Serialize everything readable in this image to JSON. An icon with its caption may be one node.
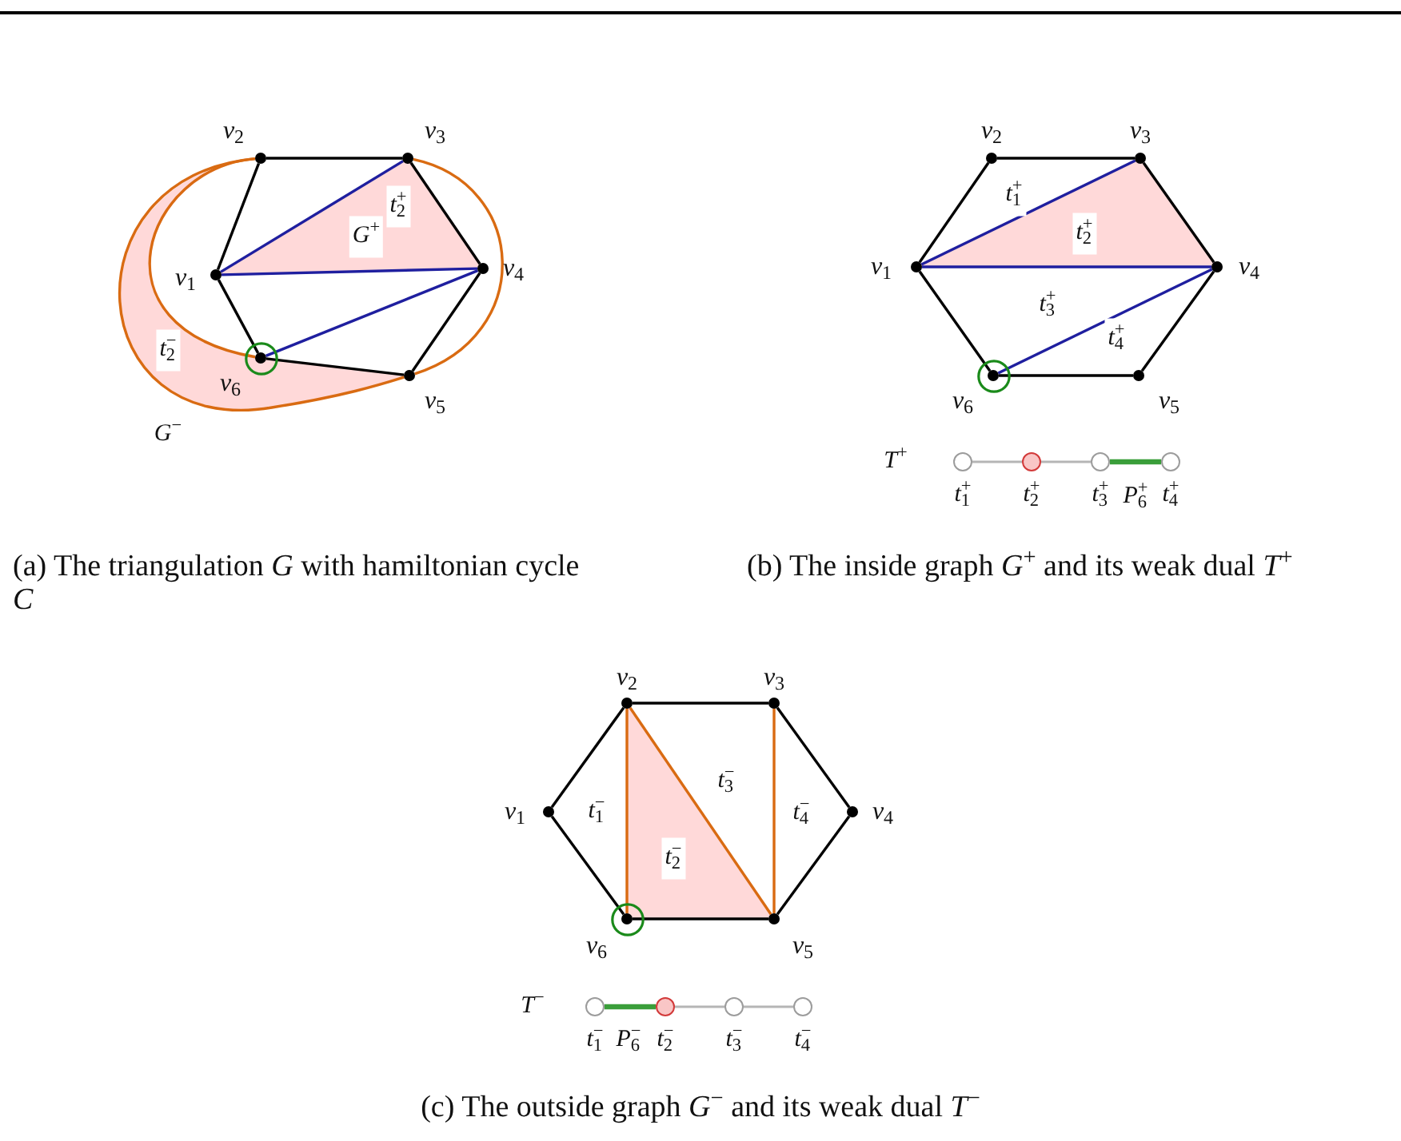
{
  "diagram": {
    "nodes": [
      {
        "text": [],
        "shape": "circle",
        "beside": [
          "v$_{1}$"
        ]
      },
      {
        "text": [],
        "shape": "circle",
        "beside": [
          "v$_{2}$"
        ]
      },
      {
        "text": [],
        "shape": "circle",
        "beside": [
          "v$_{3}$"
        ]
      },
      {
        "text": [],
        "shape": "circle",
        "beside": [
          "v$_{4}$"
        ]
      },
      {
        "text": [],
        "shape": "circle",
        "beside": [
          "v$_{5}$"
        ]
      },
      {
        "text": [],
        "shape": "circle",
        "beside": [
          "v$_{6}$"
        ]
      },
      {
        "text": [],
        "shape": "circle",
        "beside": [
          "v$_{1}$"
        ]
      },
      {
        "text": [],
        "shape": "circle",
        "beside": [
          "v$_{2}$"
        ]
      },
      {
        "text": [],
        "shape": "circle",
        "beside": [
          "v$_{3}$"
        ]
      },
      {
        "text": [],
        "shape": "circle",
        "beside": [
          "v$_{4}$"
        ]
      },
      {
        "text": [],
        "shape": "circle",
        "beside": [
          "v$_{5}$"
        ]
      },
      {
        "text": [],
        "shape": "circle",
        "beside": [
          "v$_{6}$"
        ]
      },
      {
        "text": [],
        "shape": "circle",
        "beside": [
          "t$_{1}$$^{+}$"
        ]
      },
      {
        "text": [],
        "shape": "circle",
        "beside": [
          "t$_{2}$$^{+}$"
        ]
      },
      {
        "text": [],
        "shape": "circle",
        "beside": [
          "t$_{3}$$^{+}$"
        ]
      },
      {
        "text": [],
        "shape": "circle",
        "beside": [
          "t$_{4}$$^{+}$"
        ]
      },
      {
        "text": [],
        "shape": "circle",
        "beside": [
          "v$_{1}$"
        ]
      },
      {
        "text": [],
        "shape": "circle",
        "beside": [
          "v$_{2}$"
        ]
      },
      {
        "text": [],
        "shape": "circle",
        "beside": [
          "v$_{3}$"
        ]
      },
      {
        "text": [],
        "shape": "circle",
        "beside": [
          "v$_{4}$"
        ]
      },
      {
        "text": [],
        "shape": "circle",
        "beside": [
          "v$_{5}$"
        ]
      },
      {
        "text": [],
        "shape": "circle",
        "beside": [
          "v$_{6}$"
        ]
      },
      {
        "text": [],
        "shape": "circle",
        "beside": [
          "t$_{1}$$^{−}$"
        ]
      },
      {
        "text": [],
        "shape": "circle",
        "beside": [
          "t$_{2}$$^{−}$"
        ]
      },
      {
        "text": [],
        "shape": "circle",
        "beside": [
          "t$_{3}$$^{−}$"
        ]
      },
      {
        "text": [],
        "shape": "circle",
        "beside": [
          "t$_{4}$$^{−}$"
        ]
      }
    ],
    "edges": [
      {
        "from": 0,
        "to": 1,
        "arrow": "none"
      },
      {
        "from": 1,
        "to": 2,
        "arrow": "none"
      },
      {
        "from": 2,
        "to": 3,
        "arrow": "none"
      },
      {
        "from": 3,
        "to": 4,
        "arrow": "none"
      },
      {
        "from": 4,
        "to": 5,
        "arrow": "none"
      },
      {
        "from": 5,
        "to": 0,
        "arrow": "none"
      },
      {
        "from": 0,
        "to": 2,
        "arrow": "none",
        "color": "#1f1f9f"
      },
      {
        "from": 0,
        "to": 3,
        "arrow": "none",
        "color": "#1f1f9f"
      },
      {
        "from": 5,
        "to": 3,
        "arrow": "none",
        "color": "#1f1f9f"
      },
      {
        "from": 1,
        "to": 5,
        "arrow": "none",
        "color": "#d96b12"
      },
      {
        "from": 1,
        "to": 4,
        "arrow": "none",
        "color": "#d96b12"
      },
      {
        "from": 2,
        "to": 4,
        "arrow": "none",
        "color": "#d96b12"
      },
      {
        "from": 6,
        "to": 7,
        "arrow": "none"
      },
      {
        "from": 7,
        "to": 8,
        "arrow": "none"
      },
      {
        "from": 8,
        "to": 9,
        "arrow": "none"
      },
      {
        "from": 9,
        "to": 10,
        "arrow": "none"
      },
      {
        "from": 10,
        "to": 11,
        "arrow": "none"
      },
      {
        "from": 11,
        "to": 6,
        "arrow": "none"
      },
      {
        "from": 6,
        "to": 8,
        "arrow": "none",
        "color": "#1f1f9f"
      },
      {
        "from": 6,
        "to": 9,
        "arrow": "none",
        "color": "#1f1f9f"
      },
      {
        "from": 11,
        "to": 9,
        "arrow": "none",
        "color": "#1f1f9f"
      },
      {
        "from": 12,
        "to": 13,
        "arrow": "none",
        "color": "#b5b5b5"
      },
      {
        "from": 13,
        "to": 14,
        "arrow": "none",
        "color": "#b5b5b5"
      },
      {
        "from": 14,
        "to": 15,
        "arrow": "none",
        "color": "#3a9e3a",
        "style": "thick",
        "label": "P$_{6}$$^{+}$"
      },
      {
        "from": 16,
        "to": 17,
        "arrow": "none"
      },
      {
        "from": 17,
        "to": 18,
        "arrow": "none"
      },
      {
        "from": 18,
        "to": 19,
        "arrow": "none"
      },
      {
        "from": 19,
        "to": 20,
        "arrow": "none"
      },
      {
        "from": 20,
        "to": 21,
        "arrow": "none"
      },
      {
        "from": 21,
        "to": 16,
        "arrow": "none"
      },
      {
        "from": 17,
        "to": 21,
        "arrow": "none",
        "color": "#d96b12"
      },
      {
        "from": 17,
        "to": 20,
        "arrow": "none",
        "color": "#d96b12"
      },
      {
        "from": 18,
        "to": 20,
        "arrow": "none",
        "color": "#d96b12"
      },
      {
        "from": 22,
        "to": 23,
        "arrow": "none",
        "color": "#3a9e3a",
        "style": "thick",
        "label": "P$_{6}$$^{−}$"
      },
      {
        "from": 23,
        "to": 24,
        "arrow": "none",
        "color": "#b5b5b5"
      },
      {
        "from": 24,
        "to": 25,
        "arrow": "none",
        "color": "#b5b5b5"
      }
    ],
    "labels": [
      "t$_{2}$$^{+}$",
      "G$^{+}$",
      "t$_{2}$$^{−}$",
      "G$^{−}$",
      "t$_{1}$$^{+}$",
      "t$_{2}$$^{+}$",
      "t$_{3}$$^{+}$",
      "t$_{4}$$^{+}$",
      "T$^{+}$",
      "(a) The triangulation *G* with hamiltonian cycle *C*",
      "(b) The inside graph *G*$^{+}$ and its weak dual *T*$^{+}$",
      "t$_{3}$$^{−}$",
      "t$_{1}$$^{−}$",
      "t$_{4}$$^{−}$",
      "t$_{2}$$^{−}$",
      "T$^{−}$",
      "(c) The outside graph *G*$^{−}$ and its weak dual *T*$^{−}$"
    ]
  }
}
